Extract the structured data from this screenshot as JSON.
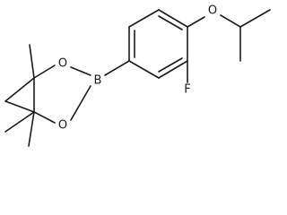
{
  "molecule": {
    "atoms": {
      "boron": "B",
      "oxygen_top": "O",
      "oxygen_bottom": "O",
      "fluorine": "F",
      "oxygen_ether": "O"
    },
    "colors": {
      "bond": "#1a1a1a",
      "background": "#ffffff"
    }
  }
}
